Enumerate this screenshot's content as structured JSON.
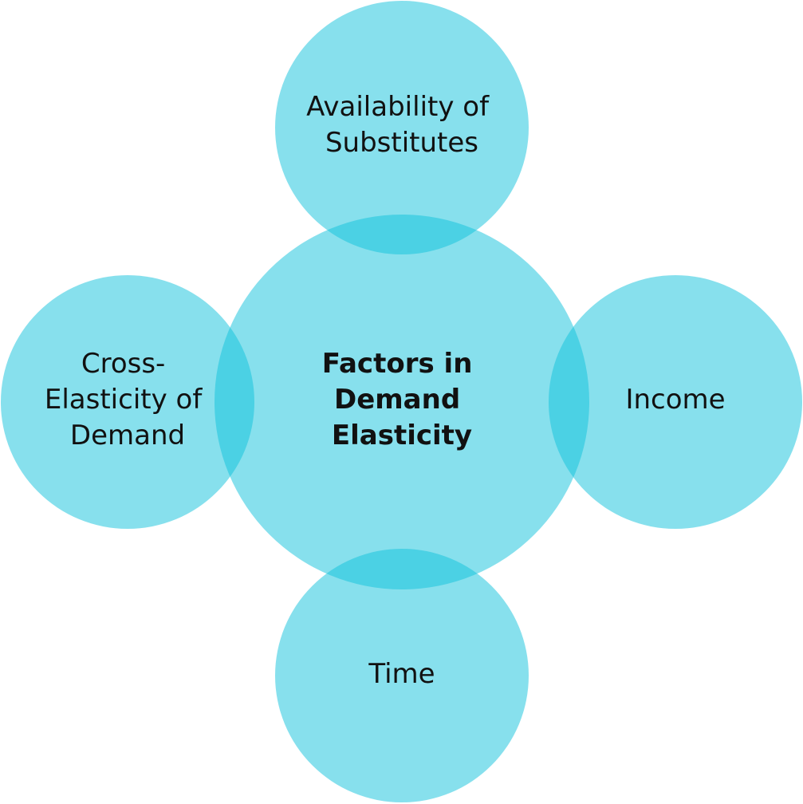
{
  "diagram": {
    "center": {
      "lines": [
        "Factors in",
        "Demand",
        "Elasticity"
      ]
    },
    "nodes": [
      {
        "id": "top",
        "lines": [
          "Availability of",
          "Substitutes"
        ]
      },
      {
        "id": "left",
        "lines": [
          "Cross-",
          "Elasticity of",
          "Demand"
        ]
      },
      {
        "id": "right",
        "lines": [
          "Income"
        ]
      },
      {
        "id": "bottom",
        "lines": [
          "Time"
        ]
      }
    ],
    "colors": {
      "circle_fill": "#0fc2dc",
      "text": "#111111"
    }
  }
}
